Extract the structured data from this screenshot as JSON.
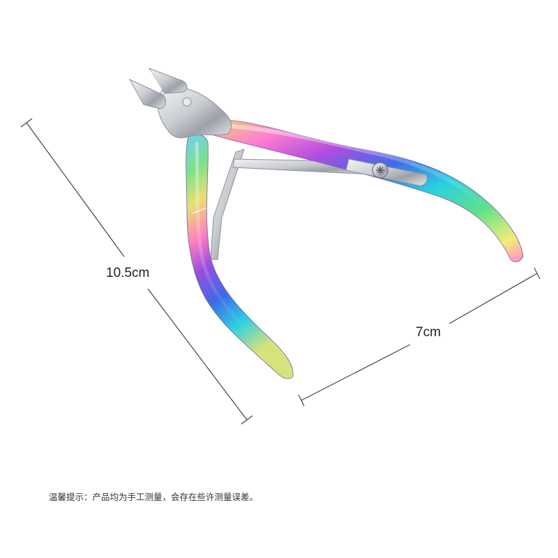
{
  "product": {
    "kind": "cuticle nipper",
    "handle_finish": "rainbow titanium",
    "jaw_finish": "stainless steel",
    "colors": {
      "handle_gradient": [
        "#e8d86a",
        "#ff7fd0",
        "#b04de0",
        "#3b6ee8",
        "#2bd0e0",
        "#5ee08a",
        "#f2ee7a"
      ],
      "steel": "#c9ccd1",
      "steel_dark": "#8d9097"
    }
  },
  "dimensions": {
    "height_label": "10.5cm",
    "width_label": "7cm",
    "line_color": "#444444"
  },
  "note": {
    "text": "温馨提示：产品均为手工测量，会存在些许测量误差。"
  }
}
